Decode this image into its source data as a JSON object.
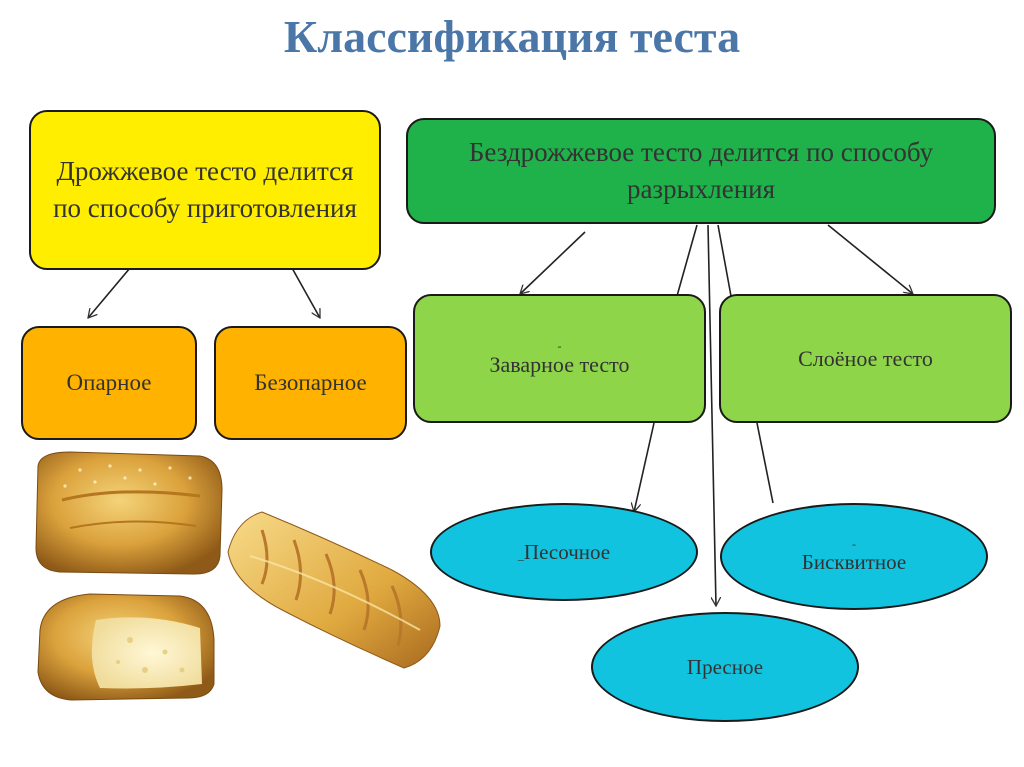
{
  "title": "Классификация теста",
  "yeast": {
    "label": "Дрожжевое тесто делится по способу приготовления",
    "children": [
      "Опарное",
      "Безопарное"
    ]
  },
  "yeastless": {
    "label": "Бездрожжевое тесто делится по способу разрыхления",
    "children": {
      "choux": {
        "mark": "-",
        "label": "Заварное тесто"
      },
      "puff": {
        "label": "Слоёное тесто"
      },
      "shortcrust": {
        "mark": "_",
        "label": "Песочное"
      },
      "sponge": {
        "mark": "-",
        "label": "Бисквитное"
      },
      "unleavened": {
        "label": "Пресное"
      }
    }
  },
  "colors": {
    "title": "#4a76a8",
    "yeast_box": "#ffee00",
    "yeastless_box": "#1fb14a",
    "yeast_children": "#ffb300",
    "yeastless_children": "#8ed54a",
    "ellipses": "#12c3e0"
  },
  "images": [
    "bread-loaf-icon",
    "bread-slice-icon",
    "pastry-braid-icon"
  ]
}
